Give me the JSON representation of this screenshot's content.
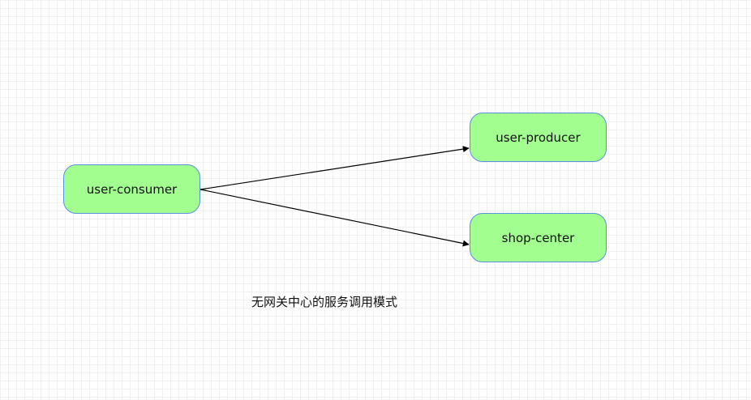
{
  "diagram": {
    "nodes": [
      {
        "id": "consumer",
        "label": "user-consumer"
      },
      {
        "id": "producer",
        "label": "user-producer"
      },
      {
        "id": "shop",
        "label": "shop-center"
      }
    ],
    "edges": [
      {
        "from": "consumer",
        "to": "producer"
      },
      {
        "from": "consumer",
        "to": "shop"
      }
    ],
    "caption": "无网关中心的服务调用模式",
    "colors": {
      "node_fill": "#a1fe8f",
      "node_border": "#5b8fe0",
      "edge": "#000000"
    }
  }
}
